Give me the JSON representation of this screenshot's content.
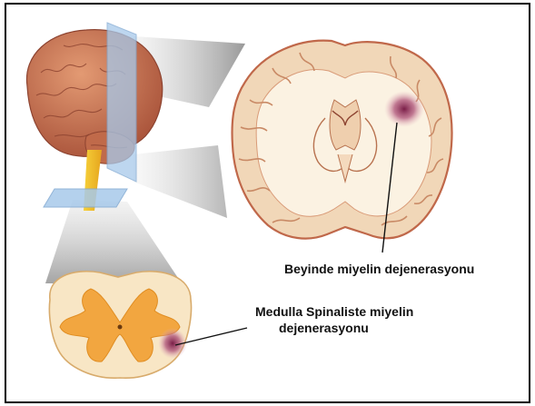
{
  "labels": {
    "brain_label": "Beyinde miyelin dejenerasyonu",
    "spine_label_line1": "Medulla Spinaliste miyelin",
    "spine_label_line2": "dejenerasyonu"
  },
  "colors": {
    "brain_outer": "#c0684a",
    "brain_fold": "#d98a63",
    "gray_matter": "#f1d7b8",
    "white_matter": "#fbf2e2",
    "lesion": "#8a2a52",
    "spinal_orange": "#f2a640",
    "plane_blue": "#a7c9ea",
    "callout_gray": "#9a9a9a"
  }
}
